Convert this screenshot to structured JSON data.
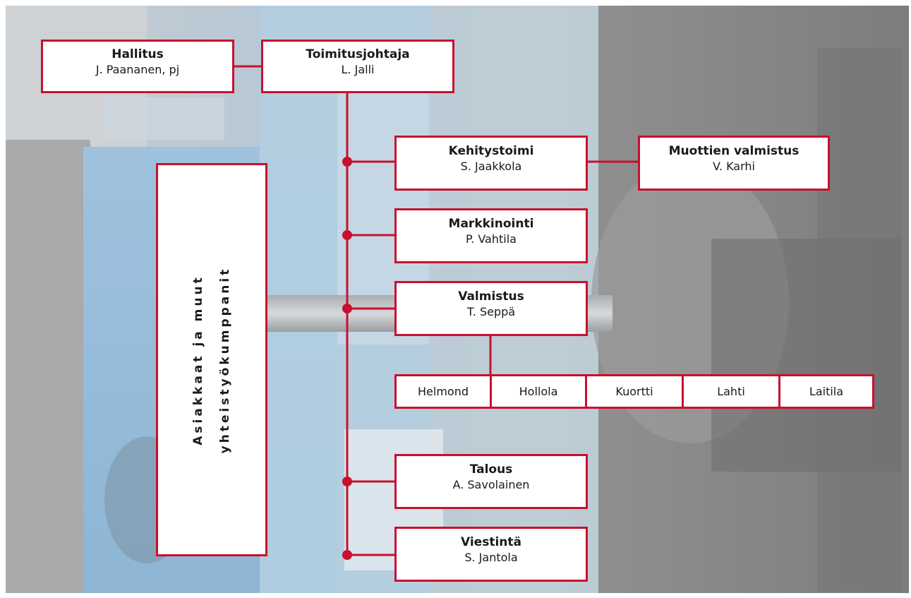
{
  "colors": {
    "accent": "#c8102e",
    "box_fill": "#ffffff"
  },
  "board": {
    "title": "Hallitus",
    "name": "J. Paananen, pj"
  },
  "ceo": {
    "title": "Toimitusjohtaja",
    "name": "L. Jalli"
  },
  "units": [
    {
      "title": "Kehitystoimi",
      "name": "S. Jaakkola"
    },
    {
      "title": "Markkinointi",
      "name": "P. Vahtila"
    },
    {
      "title": "Valmistus",
      "name": "T. Seppä"
    },
    {
      "title": "Talous",
      "name": "A. Savolainen"
    },
    {
      "title": "Viestintä",
      "name": "S. Jantola"
    }
  ],
  "mold_making": {
    "title": "Muottien valmistus",
    "name": "V. Karhi"
  },
  "sites": [
    "Helmond",
    "Hollola",
    "Kuortti",
    "Lahti",
    "Laitila"
  ],
  "partners": {
    "line1": "Asiakkaat ja muut",
    "line2": "yhteistyökumppanit"
  }
}
